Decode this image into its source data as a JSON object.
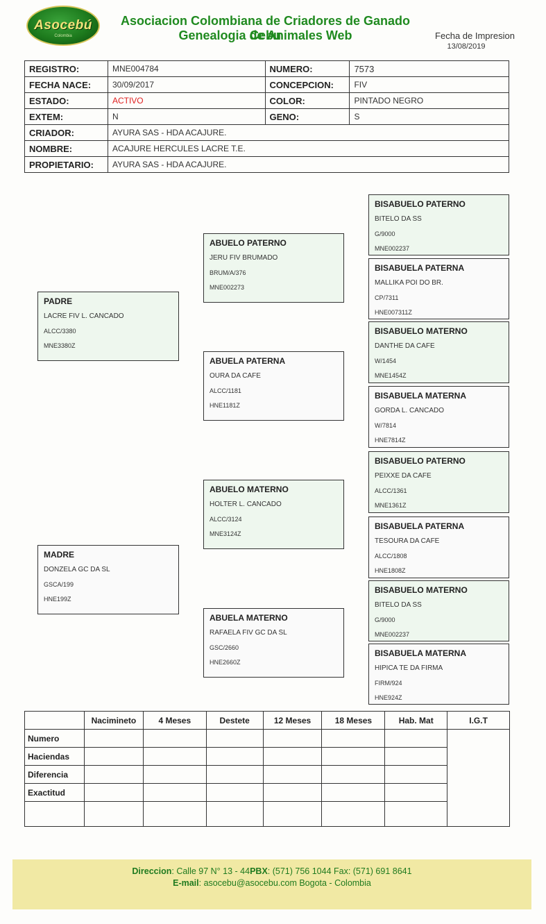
{
  "header": {
    "logo_text": "Asocebú",
    "logo_sub": "Colombia",
    "title_line1": "Asociacion Colombiana de Criadores de Ganado Cebu",
    "title_line2": "Genealogia de Animales Web",
    "print_label": "Fecha de Impresion",
    "print_date": "13/08/2019"
  },
  "registro": {
    "registro_label": "REGISTRO:",
    "registro": "MNE004784",
    "numero_label": "NUMERO:",
    "numero": "7573",
    "fecha_label": "FECHA NACE:",
    "fecha": "30/09/2017",
    "concepcion_label": "CONCEPCION:",
    "concepcion": "FIV",
    "estado_label": "ESTADO:",
    "estado": "ACTIVO",
    "color_label": "COLOR:",
    "color": "PINTADO NEGRO",
    "extem_label": "EXTEM:",
    "extem": "N",
    "geno_label": "GENO:",
    "geno": "S",
    "criador_label": "CRIADOR:",
    "criador": "AYURA SAS - HDA ACAJURE.",
    "nombre_label": "NOMBRE:",
    "nombre": "ACAJURE HERCULES LACRE T.E.",
    "propietario_label": "PROPIETARIO:",
    "propietario": "AYURA SAS - HDA ACAJURE."
  },
  "pedigree": {
    "padre": {
      "title": "PADRE",
      "name": "LACRE FIV L. CANCADO",
      "code": "ALCC/3380",
      "reg": "MNE3380Z"
    },
    "madre": {
      "title": "MADRE",
      "name": "DONZELA GC DA SL",
      "code": "GSCA/199",
      "reg": "HNE199Z"
    },
    "abuelo_paterno": {
      "title": "ABUELO PATERNO",
      "name": "JERU FIV BRUMADO",
      "code": "BRUM/A/376",
      "reg": "MNE002273"
    },
    "abuela_paterna": {
      "title": "ABUELA PATERNA",
      "name": "OURA DA CAFE",
      "code": "ALCC/1181",
      "reg": "HNE1181Z"
    },
    "abuelo_materno": {
      "title": "ABUELO MATERNO",
      "name": "HOLTER L. CANCADO",
      "code": "ALCC/3124",
      "reg": "MNE3124Z"
    },
    "abuela_materna": {
      "title": "ABUELA MATERNO",
      "name": "RAFAELA FIV GC DA SL",
      "code": "GSC/2660",
      "reg": "HNE2660Z"
    },
    "bis1": {
      "title": "BISABUELO PATERNO",
      "name": "BITELO DA SS",
      "code": "G/9000",
      "reg": "MNE002237"
    },
    "bis2": {
      "title": "BISABUELA PATERNA",
      "name": "MALLIKA POI DO BR.",
      "code": "CP/7311",
      "reg": "HNE007311Z"
    },
    "bis3": {
      "title": "BISABUELO MATERNO",
      "name": "DANTHE DA CAFE",
      "code": "W/1454",
      "reg": "MNE1454Z"
    },
    "bis4": {
      "title": "BISABUELA MATERNA",
      "name": "GORDA L. CANCADO",
      "code": "W/7814",
      "reg": "HNE7814Z"
    },
    "bis5": {
      "title": "BISABUELO PATERNO",
      "name": "PEIXXE DA CAFE",
      "code": "ALCC/1361",
      "reg": "MNE1361Z"
    },
    "bis6": {
      "title": "BISABUELA PATERNA",
      "name": "TESOURA DA CAFE",
      "code": "ALCC/1808",
      "reg": "HNE1808Z"
    },
    "bis7": {
      "title": "BISABUELO MATERNO",
      "name": "BITELO DA SS",
      "code": "G/9000",
      "reg": "MNE002237"
    },
    "bis8": {
      "title": "BISABUELA MATERNA",
      "name": "HIPICA TE DA FIRMA",
      "code": "FIRM/924",
      "reg": "HNE924Z"
    }
  },
  "performance": {
    "columns": [
      "Nacimineto",
      "4 Meses",
      "Destete",
      "12 Meses",
      "18 Meses",
      "Hab. Mat",
      "I.G.T"
    ],
    "rows": [
      "Numero",
      "Haciendas",
      "Diferencia",
      "Exactitud"
    ]
  },
  "footer": {
    "dir_label": "Direccion",
    "dir_value": ": Calle 97 N°  13 - 44",
    "pbx_label": "PBX",
    "pbx_value": ": (571) 756 1044 Fax: (571) 691 8641",
    "email_label": "E-mail",
    "email_value": ": asocebu@asocebu.com Bogota - Colombia"
  }
}
